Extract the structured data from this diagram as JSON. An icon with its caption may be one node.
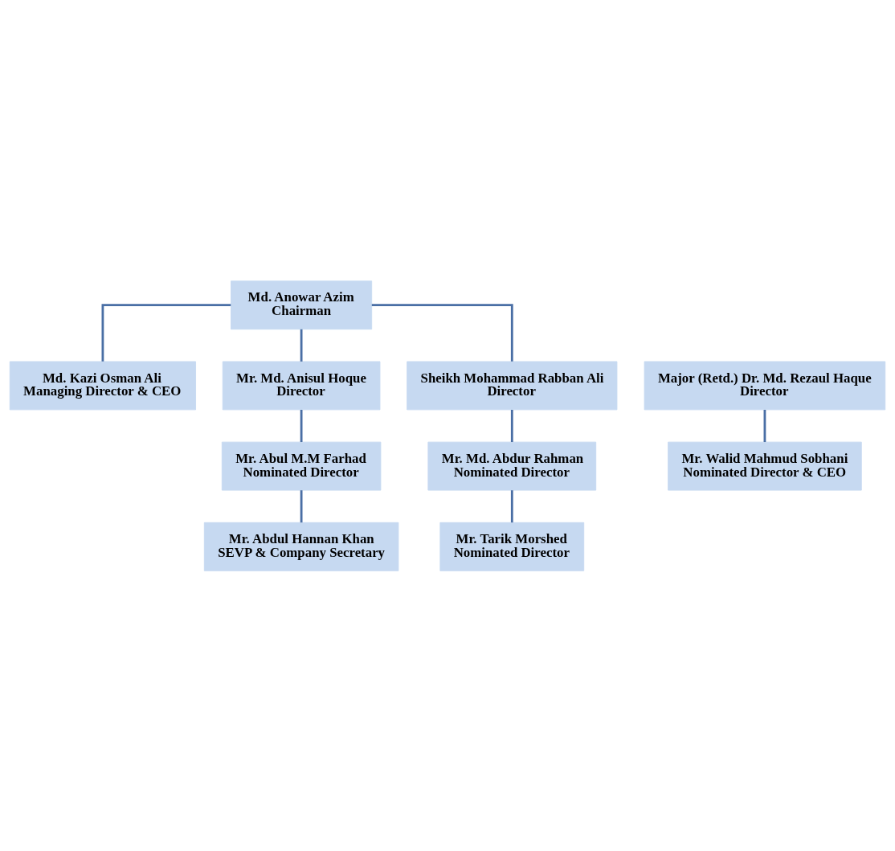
{
  "diagram": {
    "nodes": [
      {
        "text": [
          "Md. Anowar Azim",
          "Chairman"
        ]
      },
      {
        "text": [
          "Md. Kazi Osman Ali",
          "Managing Director & CEO"
        ]
      },
      {
        "text": [
          "Major (Retd.) Dr. Md. Rezaul Haque",
          "Director"
        ]
      },
      {
        "text": [
          "Mr. Md. Anisul Hoque",
          "Director"
        ]
      },
      {
        "text": [
          "Sheikh Mohammad Rabban Ali",
          "Director"
        ]
      },
      {
        "text": [
          "Mr. Walid Mahmud Sobhani",
          "Nominated Director & CEO"
        ]
      },
      {
        "text": [
          "Mr. Abul M.M Farhad",
          "Nominated Director"
        ]
      },
      {
        "text": [
          "Mr. Md. Abdur Rahman",
          "Nominated Director"
        ]
      },
      {
        "text": [
          "Mr. Abdul Hannan Khan",
          "SEVP & Company Secretary"
        ]
      },
      {
        "text": [
          "Mr. Tarik Morshed",
          "Nominated Director"
        ]
      }
    ],
    "edges": [
      {
        "from": 0,
        "to": 1,
        "arrow": "none"
      },
      {
        "from": 0,
        "to": 3,
        "arrow": "none"
      },
      {
        "from": 0,
        "to": 4,
        "arrow": "none"
      },
      {
        "from": 2,
        "to": 5,
        "arrow": "none"
      },
      {
        "from": 3,
        "to": 6,
        "arrow": "none"
      },
      {
        "from": 4,
        "to": 7,
        "arrow": "none"
      },
      {
        "from": 6,
        "to": 8,
        "arrow": "none"
      },
      {
        "from": 7,
        "to": 9,
        "arrow": "none"
      }
    ]
  }
}
